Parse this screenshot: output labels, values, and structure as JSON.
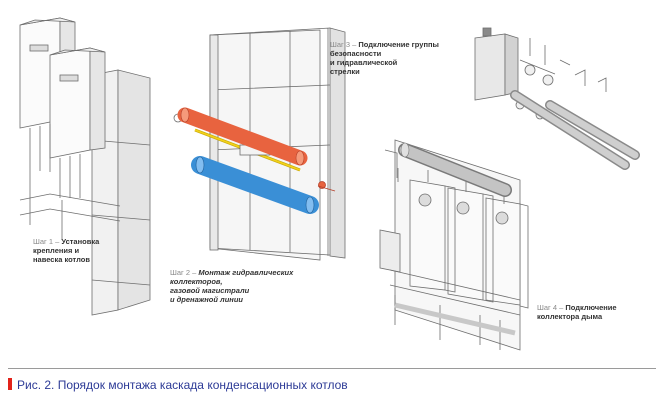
{
  "colors": {
    "caption_text": "#2c3a96",
    "caption_marker": "#e2231a",
    "pipe_red": "#e8633f",
    "pipe_blue": "#3a8fd6",
    "pipe_yellow": "#f2d21a",
    "frame": "#9a9a9a"
  },
  "steps": [
    {
      "prefix": "Шаг 1 –",
      "text": "Установка\nкрепления и\nнавеска котлов"
    },
    {
      "prefix": "Шаг 2 –",
      "text": "Монтаж гидравлических\nколлекторов,\nгазовой магистрали\nи дренажной линии"
    },
    {
      "prefix": "Шаг 3 –",
      "text": "Подключение группы\nбезопасности\nи гидравлической\nстрелки"
    },
    {
      "prefix": "Шаг 4 –",
      "text": "Подключение\nколлектора дыма"
    }
  ],
  "caption": "Рис. 2. Порядок монтажа каскада конденсационных котлов"
}
